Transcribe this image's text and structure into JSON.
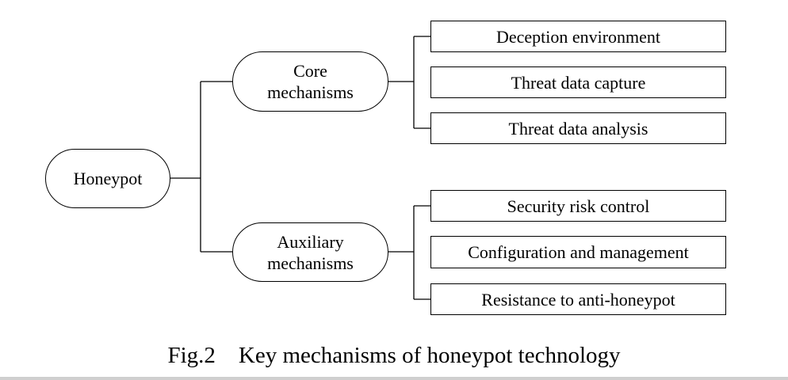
{
  "diagram": {
    "root": "Honeypot",
    "branches": [
      {
        "label_lines": [
          "Core",
          "mechanisms"
        ],
        "leaves": [
          "Deception environment",
          "Threat data capture",
          "Threat data analysis"
        ]
      },
      {
        "label_lines": [
          "Auxiliary",
          "mechanisms"
        ],
        "leaves": [
          "Security risk control",
          "Configuration and management",
          "Resistance to anti-honeypot"
        ]
      }
    ]
  },
  "caption": "Fig.2    Key mechanisms of honeypot technology",
  "colors": {
    "stroke": "#000000",
    "background": "#ffffff"
  }
}
